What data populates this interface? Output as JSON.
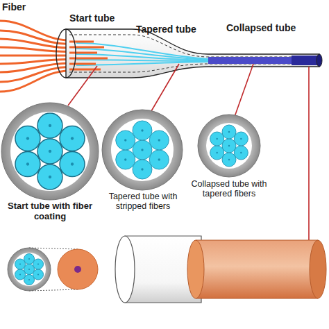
{
  "diagram": {
    "labels": [
      "Fiber",
      "Start tube",
      "Tapered tube",
      "Collapsed tube",
      "Start tube with fiber coating",
      "Tapered tube with stripped fibers",
      "Collapsed tube with tapered fibers"
    ]
  }
}
